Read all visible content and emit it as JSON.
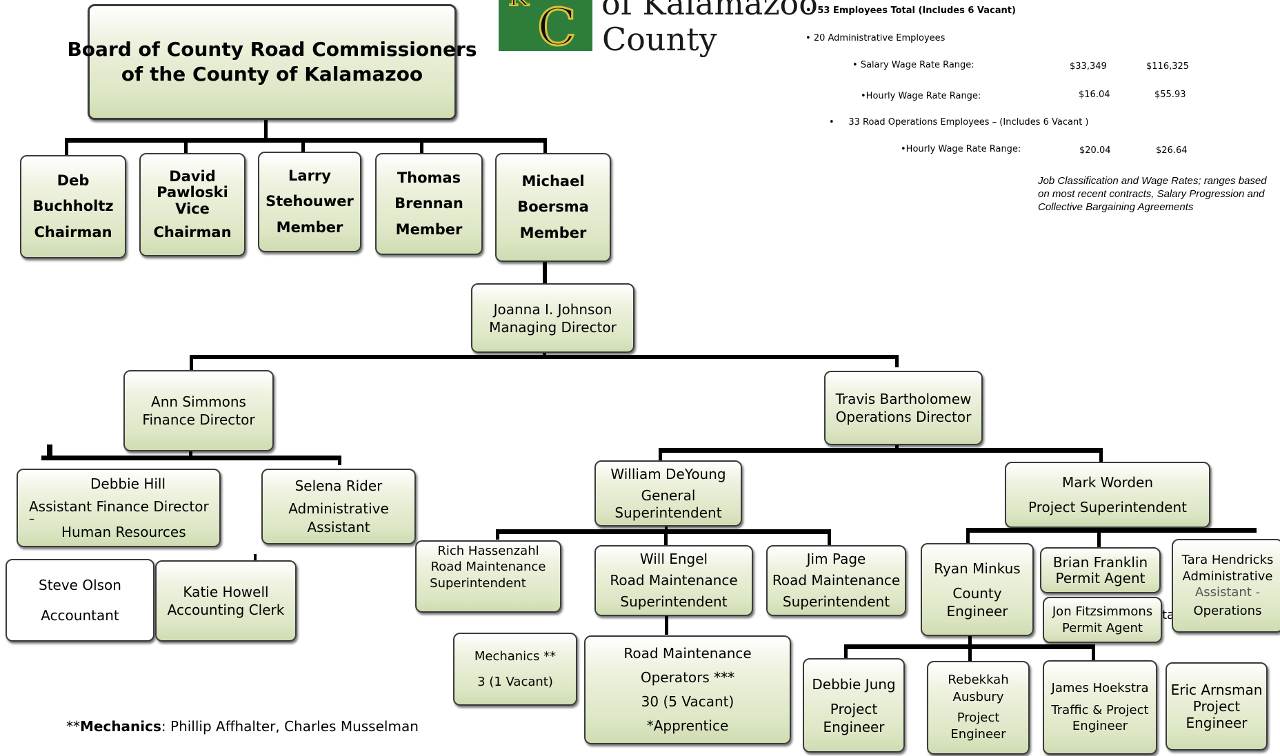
{
  "logo": {
    "letters": "KC",
    "line1": "of Kalamazoo",
    "line2": "County"
  },
  "info": {
    "total": "53 Employees Total (Includes 6 Vacant)",
    "admin": "20  Administrative Employees",
    "salary_label": "Salary  Wage Rate Range:",
    "salary_low": "$33,349",
    "salary_high": "$116,325",
    "hourly_label": "Hourly Wage Rate Range:",
    "hourly_low": "$16.04",
    "hourly_high": "$55.93",
    "road_ops": "33 Road Operations Employees – (Includes 6 Vacant )",
    "road_hourly_label": "Hourly Wage Rate Range:",
    "road_hourly_low": "$20.04",
    "road_hourly_high": "$26.64",
    "note": [
      "Job Classification and Wage",
      "Rates; ranges based on most",
      "recent contracts, Salary",
      "Progression and Collective",
      "Bargaining Agreements"
    ]
  },
  "board": {
    "title": [
      "Board of County Road Commissioners",
      "of the County of  Kalamazoo"
    ],
    "members": [
      {
        "lines": [
          "Deb",
          "Buchholtz",
          "Chairman"
        ]
      },
      {
        "lines": [
          "David",
          "Pawloski",
          "Vice",
          "Chairman"
        ]
      },
      {
        "lines": [
          "Larry",
          "Stehouwer",
          "Member"
        ]
      },
      {
        "lines": [
          "Thomas",
          "Brennan",
          "Member"
        ]
      },
      {
        "lines": [
          "Michael",
          "Boersma",
          "Member"
        ]
      }
    ]
  },
  "staff": {
    "managing": [
      "Joanna I. Johnson",
      "Managing Director"
    ],
    "finance": [
      "Ann Simmons",
      "Finance Director"
    ],
    "operations": [
      "Travis Bartholomew",
      "Operations Director"
    ],
    "asst_finance": [
      "Debbie Hill",
      "Assistant Finance Director",
      "–",
      "Human  Resources"
    ],
    "admin_asst": [
      "Selena Rider",
      "Administrative",
      "Assistant"
    ],
    "accountant": [
      "Steve Olson",
      "Accountant"
    ],
    "clerk": [
      "Katie Howell",
      "Accounting Clerk"
    ],
    "gen_super": [
      "William DeYoung",
      "General",
      "Superintendent"
    ],
    "proj_super": [
      "Mark Worden",
      "Project Superintendent"
    ],
    "hassenzahl": [
      "Rich Hassenzahl",
      "Road Maintenance",
      "Superintendent"
    ],
    "engel": [
      "Will Engel",
      "Road Maintenance",
      "Superintendent"
    ],
    "page": [
      "Jim Page",
      "Road Maintenance",
      "Superintendent"
    ],
    "minkus": [
      "Ryan Minkus",
      "County",
      "Engineer"
    ],
    "franklin": [
      "Brian Franklin",
      "Permit Agent"
    ],
    "fitzsimmons": [
      "Jon Fitzsimmons",
      "Permit  Agent"
    ],
    "fitz_overflow": "ta",
    "hendricks": [
      "Tara Hendricks",
      "Administrative",
      "Assistant -",
      "Operations"
    ],
    "mechanics": [
      "Mechanics **",
      "3  (1  Vacant)"
    ],
    "operators": [
      "Road Maintenance",
      "Operators ***",
      "30  (5  Vacant)",
      "*Apprentice"
    ],
    "jung": [
      "Debbie Jung",
      "Project",
      "Engineer"
    ],
    "ausbury": [
      "Rebekkah",
      "Ausbury",
      "Project",
      "Engineer"
    ],
    "hoekstra": [
      "James Hoekstra",
      "Traffic & Project",
      "Engineer"
    ],
    "arnsman": [
      "Eric Arnsman",
      "Project",
      "Engineer"
    ]
  },
  "footnote": {
    "prefix": "**",
    "label": "Mechanics",
    "text": ":  Phillip Affhalter, Charles Musselman"
  }
}
